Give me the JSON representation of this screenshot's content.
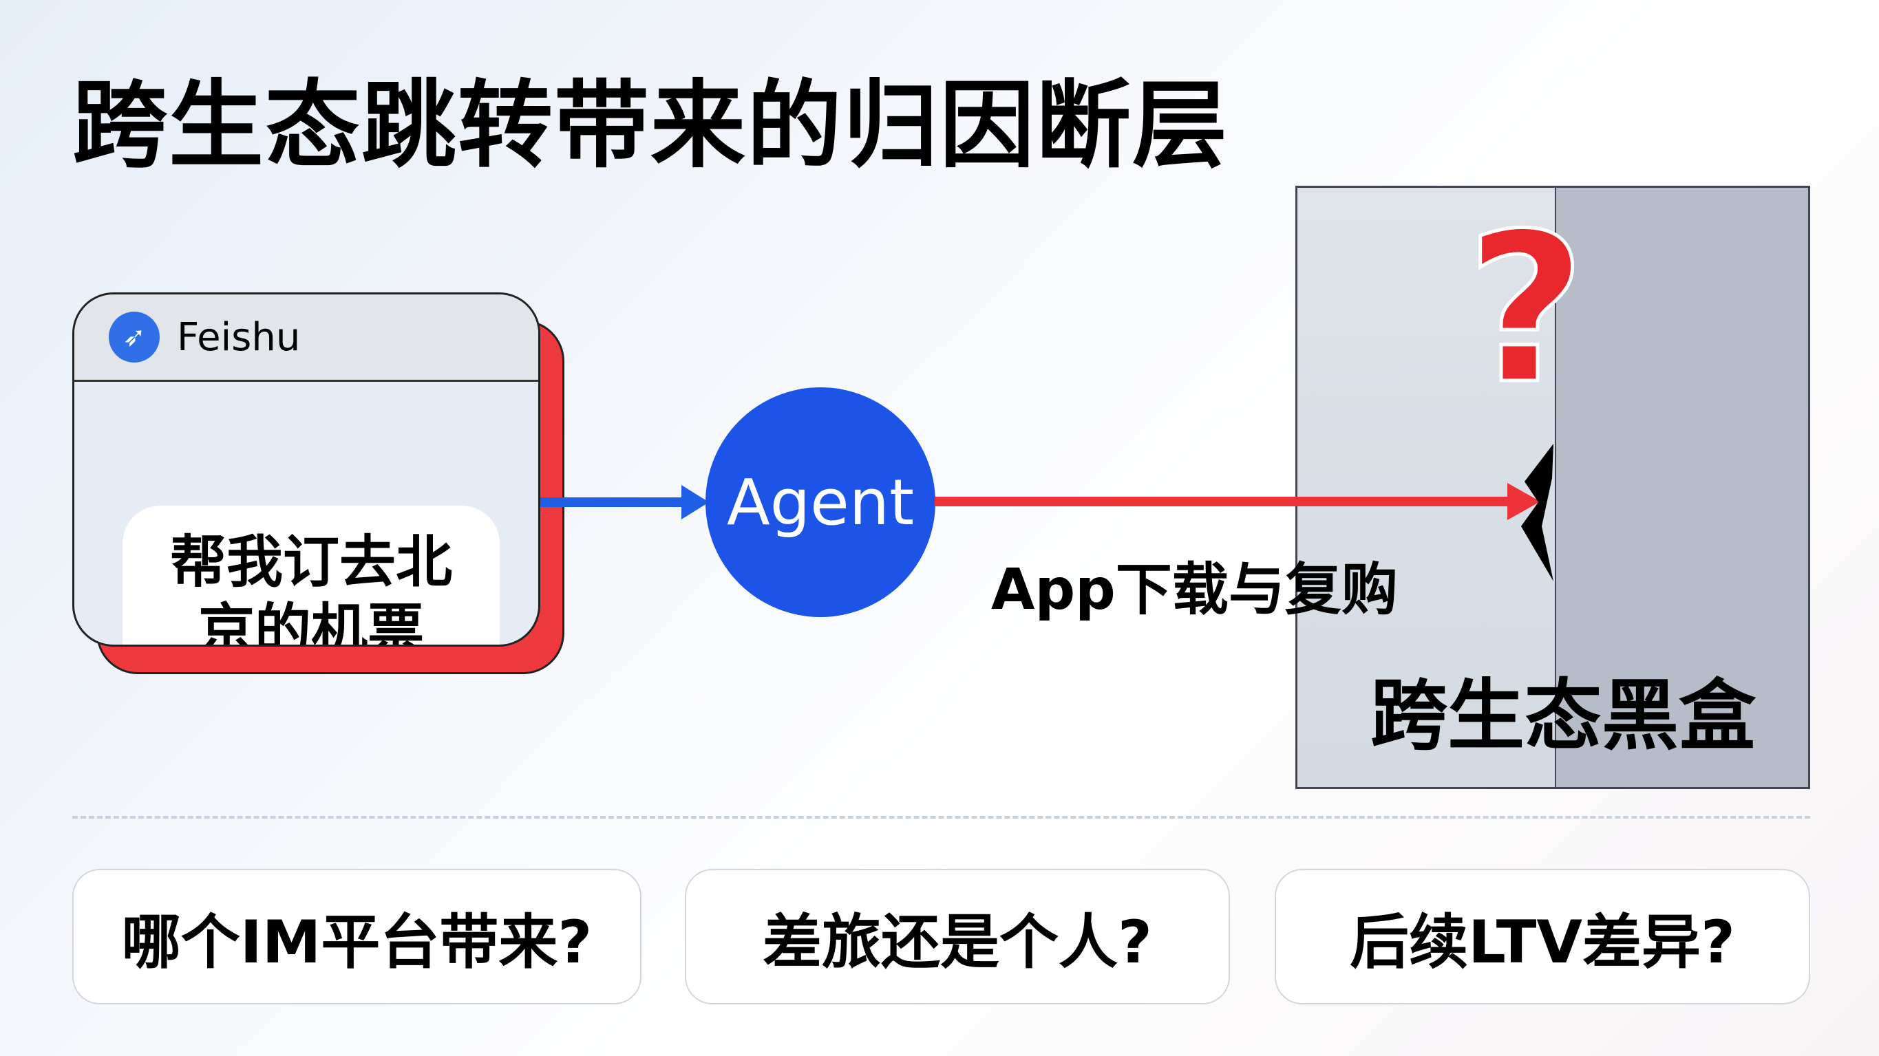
{
  "title": "跨生态跳转带来的归因断层",
  "source_app": {
    "name": "Feishu",
    "logo_icon": "feishu-logo-icon",
    "message": "帮我订去北京的机票"
  },
  "agent": {
    "label": "Agent"
  },
  "flow": {
    "label": "App下载与复购"
  },
  "black_box": {
    "label": "跨生态黑盒",
    "mark": "?"
  },
  "questions": [
    "哪个IM平台带来?",
    "差旅还是个人?",
    "后续LTV差异?"
  ],
  "colors": {
    "accent_blue": "#1b54e6",
    "accent_red": "#ee3338"
  }
}
